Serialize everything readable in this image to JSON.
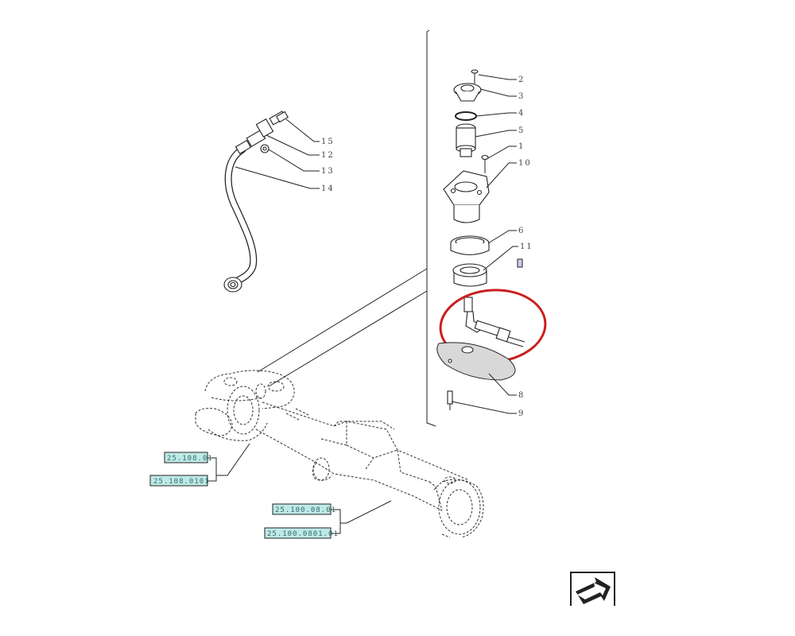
{
  "callouts": {
    "c2": "2",
    "c3": "3",
    "c4": "4",
    "c5": "5",
    "c1": "1",
    "c10": "10",
    "c6": "6",
    "c11": "11",
    "c8": "8",
    "c9": "9",
    "c15": "15",
    "c12": "12",
    "c13": "13",
    "c14": "14"
  },
  "references": {
    "ref1": "25.108.01",
    "ref2": "25.108.0101",
    "ref3": "25.100.08.01",
    "ref4": "25.100.0801.01"
  },
  "icons": {
    "nav": "next-page-arrow-icon"
  },
  "colors": {
    "highlight": "#cc1f1f",
    "reference_box": "#bfe9e6"
  }
}
